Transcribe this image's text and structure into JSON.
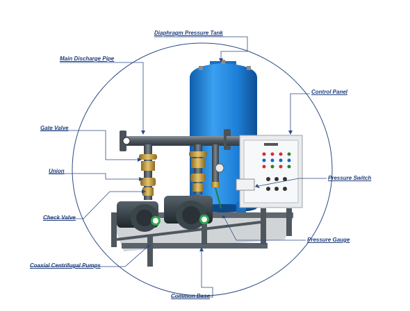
{
  "colors": {
    "label_text": "#1f3d7a",
    "leader_line": "#2a4a86",
    "circle": "#2a4a86",
    "tank_blue": "#1e7fd8",
    "pipe_gray": "#5a636d",
    "brass": "#c9a24a",
    "pump_dark": "#2f3a40",
    "frame_gray": "#6f7880",
    "panel_white": "#f2f3f4"
  },
  "labels": {
    "diaphragm_tank": "Diaphragm Pressure Tank",
    "main_discharge": "Main Discharge Pipe",
    "control_panel": "Control Panel",
    "gate_valve": "Gate Valve",
    "union": "Union",
    "pressure_switch": "Pressure Switch",
    "check_valve": "Check Valve",
    "pressure_gauge": "Pressure Gauge",
    "pumps": "Coaxial Centrifugal Pumps",
    "common_base": "Common Base"
  }
}
